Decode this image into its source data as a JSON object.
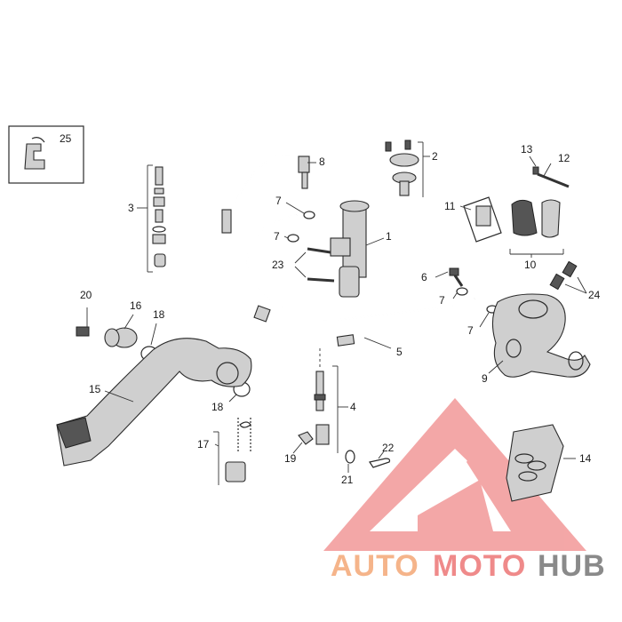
{
  "diagram": {
    "labels": {
      "p1": "1",
      "p2": "2",
      "p3": "3",
      "p4": "4",
      "p5": "5",
      "p6": "6",
      "p7a": "7",
      "p7b": "7",
      "p7c": "7",
      "p7d": "7",
      "p8": "8",
      "p9": "9",
      "p10": "10",
      "p11": "11",
      "p12": "12",
      "p13": "13",
      "p14": "14",
      "p15": "15",
      "p16": "16",
      "p17": "17",
      "p18a": "18",
      "p18b": "18",
      "p19": "19",
      "p20": "20",
      "p21": "21",
      "p22": "22",
      "p23": "23",
      "p24": "24",
      "p25": "25"
    }
  },
  "watermark": {
    "word_a": "AUTO",
    "word_b": "MOTO",
    "word_c": "HUB",
    "colors": {
      "orange": "#f5b48a",
      "red": "#ef8a8a",
      "gray": "#8a8a8a"
    }
  }
}
